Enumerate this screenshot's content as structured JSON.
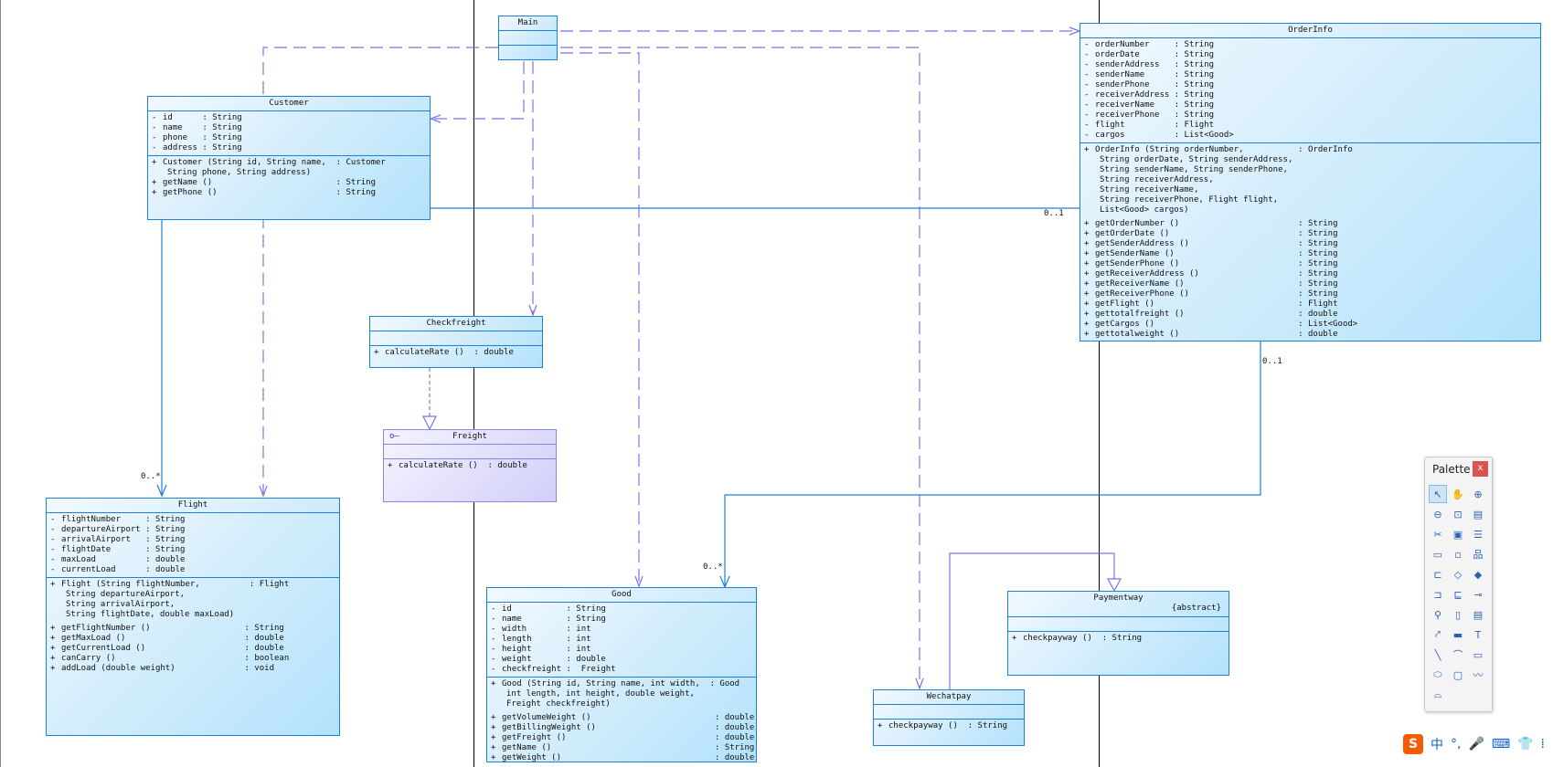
{
  "diagram": {
    "classes": {
      "main": {
        "name": "Main"
      },
      "customer": {
        "name": "Customer",
        "attributes": [
          {
            "vis": "-",
            "name": "id      ",
            "type": ": String"
          },
          {
            "vis": "-",
            "name": "name    ",
            "type": ": String"
          },
          {
            "vis": "-",
            "name": "phone   ",
            "type": ": String"
          },
          {
            "vis": "-",
            "name": "address ",
            "type": ": String"
          }
        ],
        "operations": [
          {
            "vis": "+",
            "name": "Customer (String id, String name,  ",
            "type": ": Customer",
            "cont": [
              "String phone, String address)"
            ]
          },
          {
            "vis": "+",
            "name": "getName ()                         ",
            "type": ": String"
          },
          {
            "vis": "+",
            "name": "getPhone ()                        ",
            "type": ": String"
          }
        ]
      },
      "orderinfo": {
        "name": "OrderInfo",
        "attributes": [
          {
            "vis": "-",
            "name": "orderNumber     ",
            "type": ": String"
          },
          {
            "vis": "-",
            "name": "orderDate       ",
            "type": ": String"
          },
          {
            "vis": "-",
            "name": "senderAddress   ",
            "type": ": String"
          },
          {
            "vis": "-",
            "name": "senderName      ",
            "type": ": String"
          },
          {
            "vis": "-",
            "name": "senderPhone     ",
            "type": ": String"
          },
          {
            "vis": "-",
            "name": "receiverAddress ",
            "type": ": String"
          },
          {
            "vis": "-",
            "name": "receiverName    ",
            "type": ": String"
          },
          {
            "vis": "-",
            "name": "receiverPhone   ",
            "type": ": String"
          },
          {
            "vis": "-",
            "name": "flight          ",
            "type": ": Flight"
          },
          {
            "vis": "-",
            "name": "cargos          ",
            "type": ": List<Good>"
          }
        ],
        "constructor": {
          "vis": "+",
          "name": "OrderInfo (String orderNumber,           ",
          "type": ": OrderInfo",
          "cont": [
            "String orderDate, String senderAddress,",
            "String senderName, String senderPhone,",
            "String receiverAddress,",
            "String receiverName,",
            "String receiverPhone, Flight flight,",
            "List<Good> cargos)"
          ]
        },
        "operations": [
          {
            "vis": "+",
            "name": "getOrderNumber ()                        ",
            "type": ": String"
          },
          {
            "vis": "+",
            "name": "getOrderDate ()                          ",
            "type": ": String"
          },
          {
            "vis": "+",
            "name": "getSenderAddress ()                      ",
            "type": ": String"
          },
          {
            "vis": "+",
            "name": "getSenderName ()                         ",
            "type": ": String"
          },
          {
            "vis": "+",
            "name": "getSenderPhone ()                        ",
            "type": ": String"
          },
          {
            "vis": "+",
            "name": "getReceiverAddress ()                    ",
            "type": ": String"
          },
          {
            "vis": "+",
            "name": "getReceiverName ()                       ",
            "type": ": String"
          },
          {
            "vis": "+",
            "name": "getReceiverPhone ()                      ",
            "type": ": String"
          },
          {
            "vis": "+",
            "name": "getFlight ()                             ",
            "type": ": Flight"
          },
          {
            "vis": "+",
            "name": "gettotalfreight ()                       ",
            "type": ": double"
          },
          {
            "vis": "+",
            "name": "getCargos ()                             ",
            "type": ": List<Good>"
          },
          {
            "vis": "+",
            "name": "gettotalweight ()                        ",
            "type": ": double"
          }
        ]
      },
      "checkfreight": {
        "name": "Checkfreight",
        "operations": [
          {
            "vis": "+",
            "name": "calculateRate ()  ",
            "type": ": double"
          }
        ]
      },
      "freight": {
        "name": "Freight",
        "icon": "interface-lollipop-icon",
        "operations": [
          {
            "vis": "+",
            "name": "calculateRate ()  ",
            "type": ": double"
          }
        ]
      },
      "flight": {
        "name": "Flight",
        "attributes": [
          {
            "vis": "-",
            "name": "flightNumber     ",
            "type": ": String"
          },
          {
            "vis": "-",
            "name": "departureAirport ",
            "type": ": String"
          },
          {
            "vis": "-",
            "name": "arrivalAirport   ",
            "type": ": String"
          },
          {
            "vis": "-",
            "name": "flightDate       ",
            "type": ": String"
          },
          {
            "vis": "-",
            "name": "maxLoad          ",
            "type": ": double"
          },
          {
            "vis": "-",
            "name": "currentLoad      ",
            "type": ": double"
          }
        ],
        "constructor": {
          "vis": "+",
          "name": "Flight (String flightNumber,          ",
          "type": ": Flight",
          "cont": [
            "String departureAirport,",
            "String arrivalAirport,",
            "String flightDate, double maxLoad)"
          ]
        },
        "operations": [
          {
            "vis": "+",
            "name": "getFlightNumber ()                   ",
            "type": ": String"
          },
          {
            "vis": "+",
            "name": "getMaxLoad ()                        ",
            "type": ": double"
          },
          {
            "vis": "+",
            "name": "getCurrentLoad ()                    ",
            "type": ": double"
          },
          {
            "vis": "+",
            "name": "canCarry ()                          ",
            "type": ": boolean"
          },
          {
            "vis": "+",
            "name": "addLoad (double weight)              ",
            "type": ": void"
          }
        ]
      },
      "good": {
        "name": "Good",
        "attributes": [
          {
            "vis": "-",
            "name": "id           ",
            "type": ": String"
          },
          {
            "vis": "-",
            "name": "name         ",
            "type": ": String"
          },
          {
            "vis": "-",
            "name": "width        ",
            "type": ": int"
          },
          {
            "vis": "-",
            "name": "length       ",
            "type": ": int"
          },
          {
            "vis": "-",
            "name": "height       ",
            "type": ": int"
          },
          {
            "vis": "-",
            "name": "weight       ",
            "type": ": double"
          },
          {
            "vis": "-",
            "name": "checkfreight ",
            "type": ":  Freight"
          }
        ],
        "constructor": {
          "vis": "+",
          "name": "Good (String id, String name, int width,  ",
          "type": ": Good",
          "cont": [
            "int length, int height, double weight,",
            "Freight checkfreight)"
          ]
        },
        "operations": [
          {
            "vis": "+",
            "name": "getVolumeWeight ()                         ",
            "type": ": double"
          },
          {
            "vis": "+",
            "name": "getBillingWeight ()                        ",
            "type": ": double"
          },
          {
            "vis": "+",
            "name": "getFreight ()                              ",
            "type": ": double"
          },
          {
            "vis": "+",
            "name": "getName ()                                 ",
            "type": ": String"
          },
          {
            "vis": "+",
            "name": "getWeight ()                               ",
            "type": ": double"
          }
        ]
      },
      "paymentway": {
        "name": "Paymentway",
        "stereotype": "{abstract}",
        "operations": [
          {
            "vis": "+",
            "name": "checkpayway ()  ",
            "type": ": String"
          }
        ]
      },
      "wechatpay": {
        "name": "Wechatpay",
        "operations": [
          {
            "vis": "+",
            "name": "checkpayway ()  ",
            "type": ": String"
          }
        ]
      }
    },
    "multiplicities": {
      "customer_orderinfo": "0..1",
      "orderinfo_good_top": "0..1",
      "customer_flight": "0..*",
      "orderinfo_good": "0..*"
    }
  },
  "palette": {
    "title": "Palette",
    "close_label": "x",
    "tools": [
      {
        "name": "select-tool-icon",
        "glyph": "↖"
      },
      {
        "name": "pan-hand-tool-icon",
        "glyph": "✋"
      },
      {
        "name": "zoom-in-tool-icon",
        "glyph": "⊕"
      },
      {
        "name": "zoom-out-tool-icon",
        "glyph": "⊖"
      },
      {
        "name": "zoom-fit-tool-icon",
        "glyph": "⊡"
      },
      {
        "name": "properties-tool-icon",
        "glyph": "▤"
      },
      {
        "name": "cut-tool-icon",
        "glyph": "✂"
      },
      {
        "name": "package-tool-icon",
        "glyph": "▣"
      },
      {
        "name": "class-tool-icon",
        "glyph": "☰"
      },
      {
        "name": "interface-box-tool-icon",
        "glyph": "▭"
      },
      {
        "name": "small-box-tool-icon",
        "glyph": "▫"
      },
      {
        "name": "hierarchy-tool-icon",
        "glyph": "品"
      },
      {
        "name": "association-tool-icon",
        "glyph": "⊏"
      },
      {
        "name": "aggregation-tool-icon",
        "glyph": "◇"
      },
      {
        "name": "composition-tool-icon",
        "glyph": "◆"
      },
      {
        "name": "dependency-tool-icon",
        "glyph": "⊐"
      },
      {
        "name": "generalization-tool-icon",
        "glyph": "⊑"
      },
      {
        "name": "realization-tool-icon",
        "glyph": "⊸"
      },
      {
        "name": "interface-lollipop-tool-icon",
        "glyph": "⚲"
      },
      {
        "name": "note-tool-icon",
        "glyph": "▯"
      },
      {
        "name": "comment-tool-icon",
        "glyph": "▤"
      },
      {
        "name": "anchor-tool-icon",
        "glyph": "⤤"
      },
      {
        "name": "text-area-tool-icon",
        "glyph": "▬"
      },
      {
        "name": "text-tool-icon",
        "glyph": "T"
      },
      {
        "name": "line-tool-icon",
        "glyph": "╲"
      },
      {
        "name": "arc-tool-icon",
        "glyph": "⌒"
      },
      {
        "name": "rectangle-tool-icon",
        "glyph": "▭"
      },
      {
        "name": "ellipse-tool-icon",
        "glyph": "⬭"
      },
      {
        "name": "rounded-rect-tool-icon",
        "glyph": "▢"
      },
      {
        "name": "polyline-tool-icon",
        "glyph": "〰"
      },
      {
        "name": "freeform-tool-icon",
        "glyph": "⌓"
      }
    ]
  },
  "ime_bar": {
    "logo": "S",
    "items": [
      {
        "name": "chinese-mode-icon",
        "glyph": "中"
      },
      {
        "name": "punctuation-icon",
        "glyph": "°,"
      },
      {
        "name": "microphone-icon",
        "glyph": "🎤"
      },
      {
        "name": "keyboard-icon",
        "glyph": "⌨"
      },
      {
        "name": "skin-shirt-icon",
        "glyph": "👕"
      },
      {
        "name": "toolbox-icon",
        "glyph": "⁞"
      }
    ]
  },
  "colors": {
    "class_border": "#1e7fd6",
    "interface_border": "#8a85e6",
    "association_line": "#1e7fd6",
    "dependency_line": "#7b74e8"
  }
}
